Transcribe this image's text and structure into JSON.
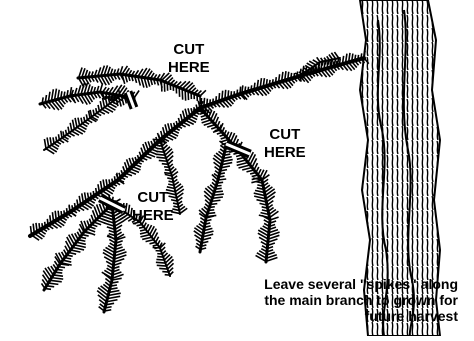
{
  "labels": {
    "cut_top": [
      "CUT",
      "HERE"
    ],
    "cut_right": [
      "CUT",
      "HERE"
    ],
    "cut_lower": [
      "CUT",
      "HERE"
    ]
  },
  "caption": [
    "Leave several \"spikes\" along",
    "the main branch to grown for",
    "future harvest"
  ]
}
